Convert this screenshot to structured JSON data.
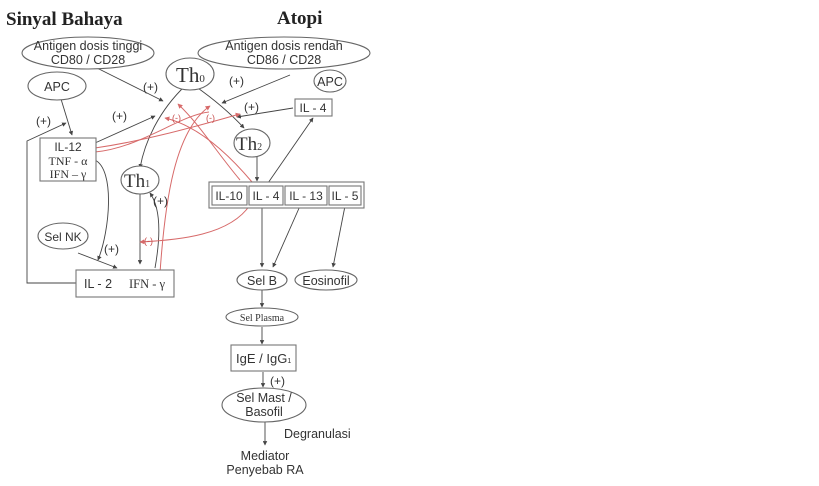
{
  "headings": {
    "left": "Sinyal Bahaya",
    "right": "Atopi"
  },
  "nodes": {
    "antigen_high": {
      "line1": "Antigen dosis tinggi",
      "line2": "CD80 / CD28"
    },
    "antigen_low": {
      "line1": "Antigen dosis rendah",
      "line2": "CD86 / CD28"
    },
    "apc_left": "APC",
    "apc_right": "APC",
    "th0": {
      "base": "Th",
      "sub": "0"
    },
    "th1": {
      "base": "Th",
      "sub": "1"
    },
    "th2": {
      "base": "Th",
      "sub": "2"
    },
    "il4_top": "IL - 4",
    "il12_box": {
      "line1": "IL-12",
      "line2": "TNF - α",
      "line3": "IFN – γ"
    },
    "sel_nk": "Sel NK",
    "il2_ifn_box": {
      "il2": "IL - 2",
      "ifn": "IFN - γ"
    },
    "cytokine_group": [
      "IL-10",
      "IL - 4",
      "IL - 13",
      "IL - 5"
    ],
    "sel_b": "Sel B",
    "eosinofil": "Eosinofil",
    "sel_plasma": "Sel Plasma",
    "ige": {
      "base": "IgE / IgG",
      "sub": "1"
    },
    "sel_mast": {
      "line1": "Sel Mast /",
      "line2": "Basofil"
    },
    "degranulasi": "Degranulasi",
    "mediator": {
      "line1": "Mediator",
      "line2": "Penyebab RA"
    }
  },
  "edge_labels": {
    "plus": "(+)",
    "minus": "(-)"
  },
  "colors": {
    "line": "#444444",
    "inhibit": "#d76a6a",
    "inhibit_text": "#c85050",
    "shape_stroke": "#666666"
  }
}
